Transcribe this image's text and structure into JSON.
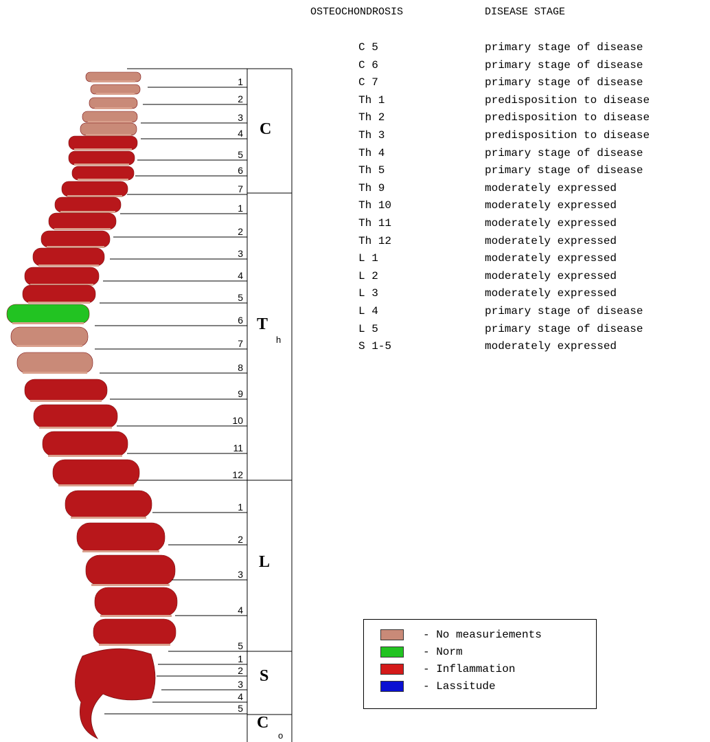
{
  "headers": {
    "left": "OSTEOCHONDROSIS",
    "right": "DISEASE STAGE"
  },
  "regions": [
    {
      "label": "C",
      "sub": ""
    },
    {
      "label": "T",
      "sub": "h"
    },
    {
      "label": "L",
      "sub": ""
    },
    {
      "label": "S",
      "sub": ""
    },
    {
      "label": "C",
      "sub": "o"
    }
  ],
  "segment_numbers": {
    "cervical": [
      "1",
      "2",
      "3",
      "4",
      "5",
      "6",
      "7"
    ],
    "thoracic": [
      "1",
      "2",
      "3",
      "4",
      "5",
      "6",
      "7",
      "8",
      "9",
      "10",
      "11",
      "12"
    ],
    "lumbar": [
      "1",
      "2",
      "3",
      "4",
      "5"
    ],
    "sacral": [
      "1",
      "2",
      "3",
      "4",
      "5"
    ]
  },
  "table": [
    {
      "vertebra": "C 5",
      "stage": "primary stage of disease"
    },
    {
      "vertebra": "C 6",
      "stage": "primary stage of disease"
    },
    {
      "vertebra": "C 7",
      "stage": "primary stage of disease"
    },
    {
      "vertebra": "Th 1",
      "stage": "predisposition to disease"
    },
    {
      "vertebra": "Th 2",
      "stage": "predisposition to disease"
    },
    {
      "vertebra": "Th 3",
      "stage": "predisposition to disease"
    },
    {
      "vertebra": "Th 4",
      "stage": "primary stage of disease"
    },
    {
      "vertebra": "Th 5",
      "stage": "primary stage of disease"
    },
    {
      "vertebra": "Th 9",
      "stage": "moderately expressed"
    },
    {
      "vertebra": "Th 10",
      "stage": "moderately expressed"
    },
    {
      "vertebra": "Th 11",
      "stage": "moderately expressed"
    },
    {
      "vertebra": "Th 12",
      "stage": "moderately expressed"
    },
    {
      "vertebra": "L 1",
      "stage": "moderately expressed"
    },
    {
      "vertebra": "L 2",
      "stage": "moderately expressed"
    },
    {
      "vertebra": "L 3",
      "stage": "moderately expressed"
    },
    {
      "vertebra": "L 4",
      "stage": "primary stage of disease"
    },
    {
      "vertebra": "L 5",
      "stage": "primary stage of disease"
    },
    {
      "vertebra": "S 1-5",
      "stage": "moderately expressed"
    }
  ],
  "legend": [
    {
      "label": "- No measuriements",
      "color": "#c98a78"
    },
    {
      "label": "- Norm",
      "color": "#22c322"
    },
    {
      "label": "- Inflammation",
      "color": "#d41a1a"
    },
    {
      "label": "- Lassitude",
      "color": "#0a10d2"
    }
  ],
  "colors": {
    "no_measurements": "#c98a78",
    "norm": "#22c322",
    "inflammation": "#b8171b",
    "disc": "#d9a08d"
  }
}
